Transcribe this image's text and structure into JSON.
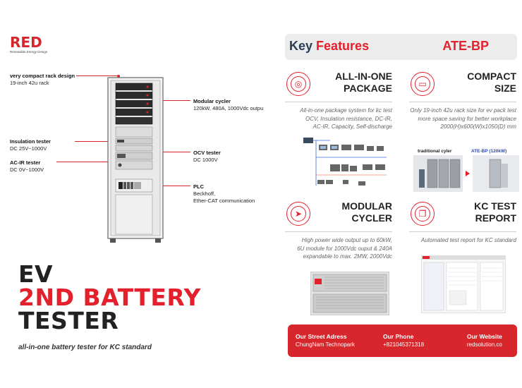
{
  "logo": {
    "mark": [
      "R",
      "E",
      "D"
    ],
    "tagline": "Renewable Energy Design"
  },
  "callouts": {
    "rack": {
      "title": "very compact rack design",
      "detail": "19-inch 42u rack"
    },
    "insulation": {
      "title": "Insulation tester",
      "detail": "DC 25V~1000V"
    },
    "acir": {
      "title": "AC-IR tester",
      "detail": "DC 0V~1000V"
    },
    "modular": {
      "title": "Modular cycler",
      "detail": "120kW, 480A, 1000Vdc outpu"
    },
    "ocv": {
      "title": "OCV tester",
      "detail": "DC 1000V"
    },
    "plc": {
      "title": "PLC",
      "detail1": "Beckhoff,",
      "detail2": "Ether-CAT communication"
    }
  },
  "hero": {
    "line1": "EV",
    "line2": "2ND BATTERY",
    "line3": "TESTER",
    "subtitle": "all-in-one battery tester for KC standard"
  },
  "key_features": {
    "title_a": "Key",
    "title_b": "Features",
    "model": "ATE-BP"
  },
  "features": [
    {
      "name_l1": "ALL-IN-ONE",
      "name_l2": "PACKAGE",
      "icon": "target-icon",
      "desc": [
        "All-in-one package system for kc test",
        "OCV, Insulation resistance, DC-IR,",
        "AC-IR, Capacity, Self-discharge"
      ]
    },
    {
      "name_l1": "COMPACT",
      "name_l2": "SIZE",
      "icon": "rack-icon",
      "desc": [
        "Only 19-inch 42u rack size for ev pack test",
        "more space saving for better workplace",
        "2000(H)x600(W)x1050(D) mm"
      ]
    },
    {
      "name_l1": "MODULAR",
      "name_l2": "CYCLER",
      "icon": "paper-plane-icon",
      "desc": [
        "High power wide output up to 60kW,",
        "6U module for 1000Vdc ouput & 240A",
        "expandable to max. 2MW, 2000Vdc"
      ]
    },
    {
      "name_l1": "KC TEST",
      "name_l2": "REPORT",
      "icon": "document-icon",
      "desc": [
        "Automated test report for KC standard"
      ]
    }
  ],
  "compare": {
    "left_label": "traditional cyler",
    "right_label": "ATE-BP (120kW)"
  },
  "footer": {
    "address_title": "Our Street Adress",
    "address": "ChungNam Technopark",
    "phone_title": "Our Phone",
    "phone": "+821045371318",
    "website_title": "Our Website",
    "website": "redsolution.co"
  },
  "colors": {
    "accent": "#e3202c",
    "navy": "#2a3f56",
    "bar": "#ececec"
  }
}
